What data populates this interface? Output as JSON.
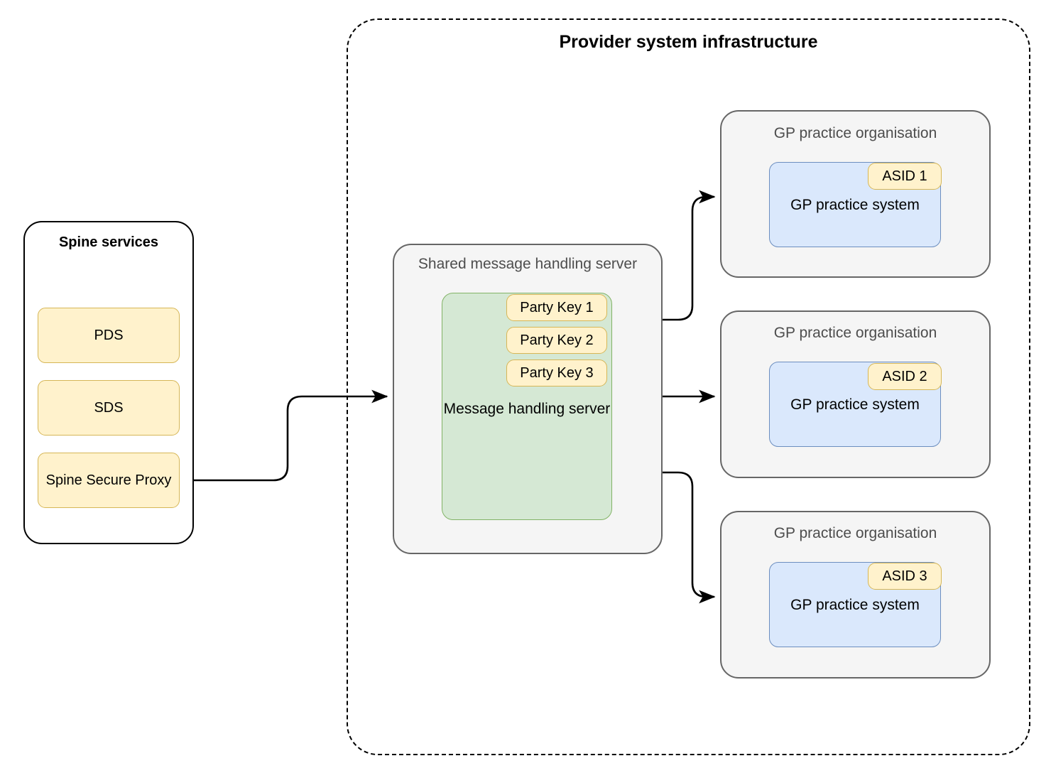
{
  "provider": {
    "title": "Provider system infrastructure"
  },
  "spine": {
    "title": "Spine services",
    "items": [
      {
        "label": "PDS"
      },
      {
        "label": "SDS"
      },
      {
        "label": "Spine Secure Proxy"
      }
    ]
  },
  "shared_server": {
    "title": "Shared message handling server",
    "inner_label": "Message handling server",
    "party_keys": [
      {
        "label": "Party Key 1"
      },
      {
        "label": "Party Key 2"
      },
      {
        "label": "Party Key 3"
      }
    ]
  },
  "gp_organisations": [
    {
      "title": "GP practice organisation",
      "system_label": "GP practice system",
      "asid": "ASID 1"
    },
    {
      "title": "GP practice organisation",
      "system_label": "GP practice system",
      "asid": "ASID 2"
    },
    {
      "title": "GP practice organisation",
      "system_label": "GP practice system",
      "asid": "ASID 3"
    }
  ],
  "colors": {
    "yellow_fill": "#fff2cc",
    "yellow_border": "#d6b656",
    "green_fill": "#d5e8d4",
    "green_border": "#82b366",
    "blue_fill": "#dae8fc",
    "blue_border": "#6c8ebf",
    "grey_fill": "#f5f5f5",
    "grey_border": "#666666",
    "edge": "#000000",
    "muted_text": "#4d4d4d"
  }
}
